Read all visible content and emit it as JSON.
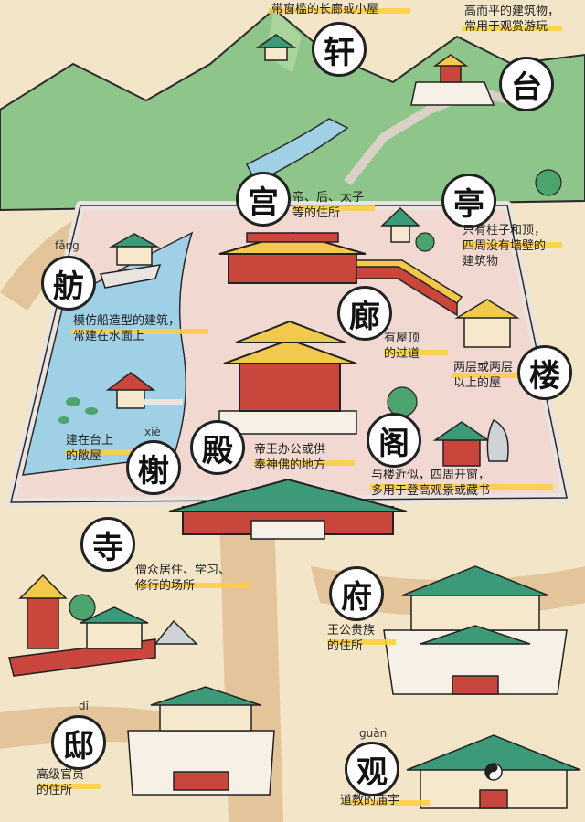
{
  "items": {
    "xuan": {
      "char": "轩",
      "desc": [
        "带窗槛的长廊或小屋"
      ]
    },
    "tai": {
      "char": "台",
      "desc": [
        "高而平的建筑物，",
        "常用于观赏游玩"
      ]
    },
    "gong": {
      "char": "宫",
      "desc": [
        "帝、后、太子",
        "等的住所"
      ]
    },
    "ting": {
      "char": "亭",
      "desc": [
        "只有柱子和顶，",
        "四周没有墙壁的",
        "建筑物"
      ]
    },
    "fang": {
      "char": "舫",
      "pinyin": "fǎng",
      "desc": [
        "模仿船造型的建筑，",
        "常建在水面上"
      ]
    },
    "lang": {
      "char": "廊",
      "desc": [
        "有屋顶",
        "的过道"
      ]
    },
    "lou": {
      "char": "楼",
      "desc": [
        "两层或两层",
        "以上的屋"
      ]
    },
    "xie": {
      "char": "榭",
      "pinyin": "xiè",
      "desc": [
        "建在台上",
        "的敞屋"
      ]
    },
    "dian": {
      "char": "殿",
      "desc": [
        "帝王办公或供",
        "奉神佛的地方"
      ]
    },
    "ge": {
      "char": "阁",
      "desc": [
        "与楼近似，四周开窗，",
        "多用于登高观景或藏书"
      ]
    },
    "si": {
      "char": "寺",
      "desc": [
        "僧众居住、学习、",
        "修行的场所"
      ]
    },
    "fu": {
      "char": "府",
      "desc": [
        "王公贵族",
        "的住所"
      ]
    },
    "di": {
      "char": "邸",
      "pinyin": "dǐ",
      "desc": [
        "高级官员",
        "的住所"
      ]
    },
    "guan": {
      "char": "观",
      "pinyin": "guàn",
      "desc": [
        "道教的庙宇"
      ]
    }
  },
  "colors": {
    "ground": "#f3e6c8",
    "mountain": "#8ec58a",
    "wall": "#e9e4df",
    "courtyard": "#f1d9d2",
    "water": "#9fd0e6",
    "road": "#e3c49b",
    "roof_yellow": "#f2c94c",
    "roof_green": "#3c9a78",
    "building_red": "#c9463d",
    "highlight": "#ffcf3a"
  }
}
